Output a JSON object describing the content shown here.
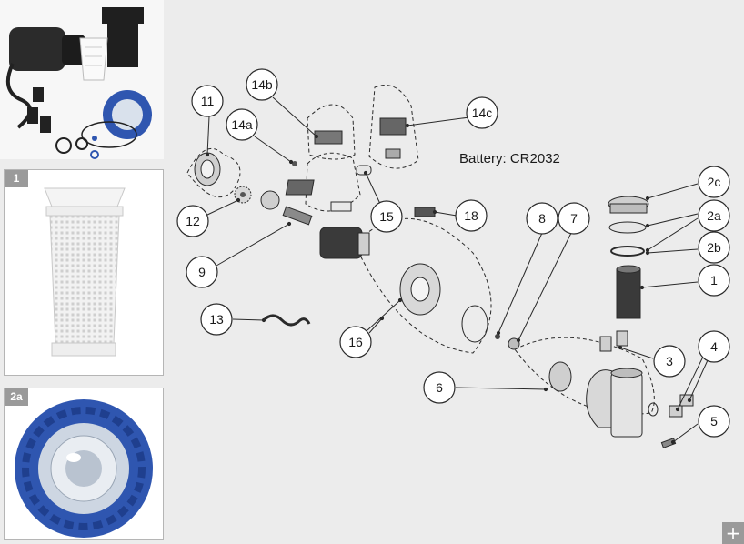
{
  "colors": {
    "background": "#ececec",
    "line": "#2a2a2a",
    "part_fill": "#d8d8d8",
    "part_dark": "#3a3a3a",
    "thumb_blue": "#2f56b0",
    "panel_badge": "#9a9a9a"
  },
  "thumbnails": [
    {
      "badge": "",
      "subject": "pump-kit-photo"
    },
    {
      "badge": "1",
      "subject": "strainer-basket"
    },
    {
      "badge": "2a",
      "subject": "blue-lid"
    }
  ],
  "battery_note": "Battery: CR2032",
  "callouts": [
    "11",
    "14b",
    "14a",
    "14c",
    "12",
    "9",
    "15",
    "18",
    "13",
    "16",
    "8",
    "7",
    "6",
    "2c",
    "2a",
    "2b",
    "1",
    "3",
    "4",
    "5"
  ],
  "zoom_button_label": "+"
}
